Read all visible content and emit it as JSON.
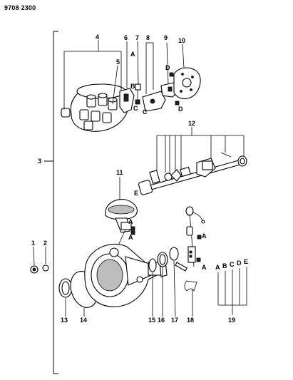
{
  "diagram": {
    "part_number": "9708 2300",
    "callouts": {
      "c1": "1",
      "c2": "2",
      "c3": "3",
      "c4": "4",
      "c5": "5",
      "c6": "6",
      "c7": "7",
      "c8": "8",
      "c9": "9",
      "c10": "10",
      "c11": "11",
      "c12": "12",
      "c13": "13",
      "c14": "14",
      "c15": "15",
      "c16": "16",
      "c17": "17",
      "c18": "18",
      "c19": "19"
    },
    "letters": {
      "A": "A",
      "B": "B",
      "C": "C",
      "D": "D",
      "E": "E"
    }
  }
}
